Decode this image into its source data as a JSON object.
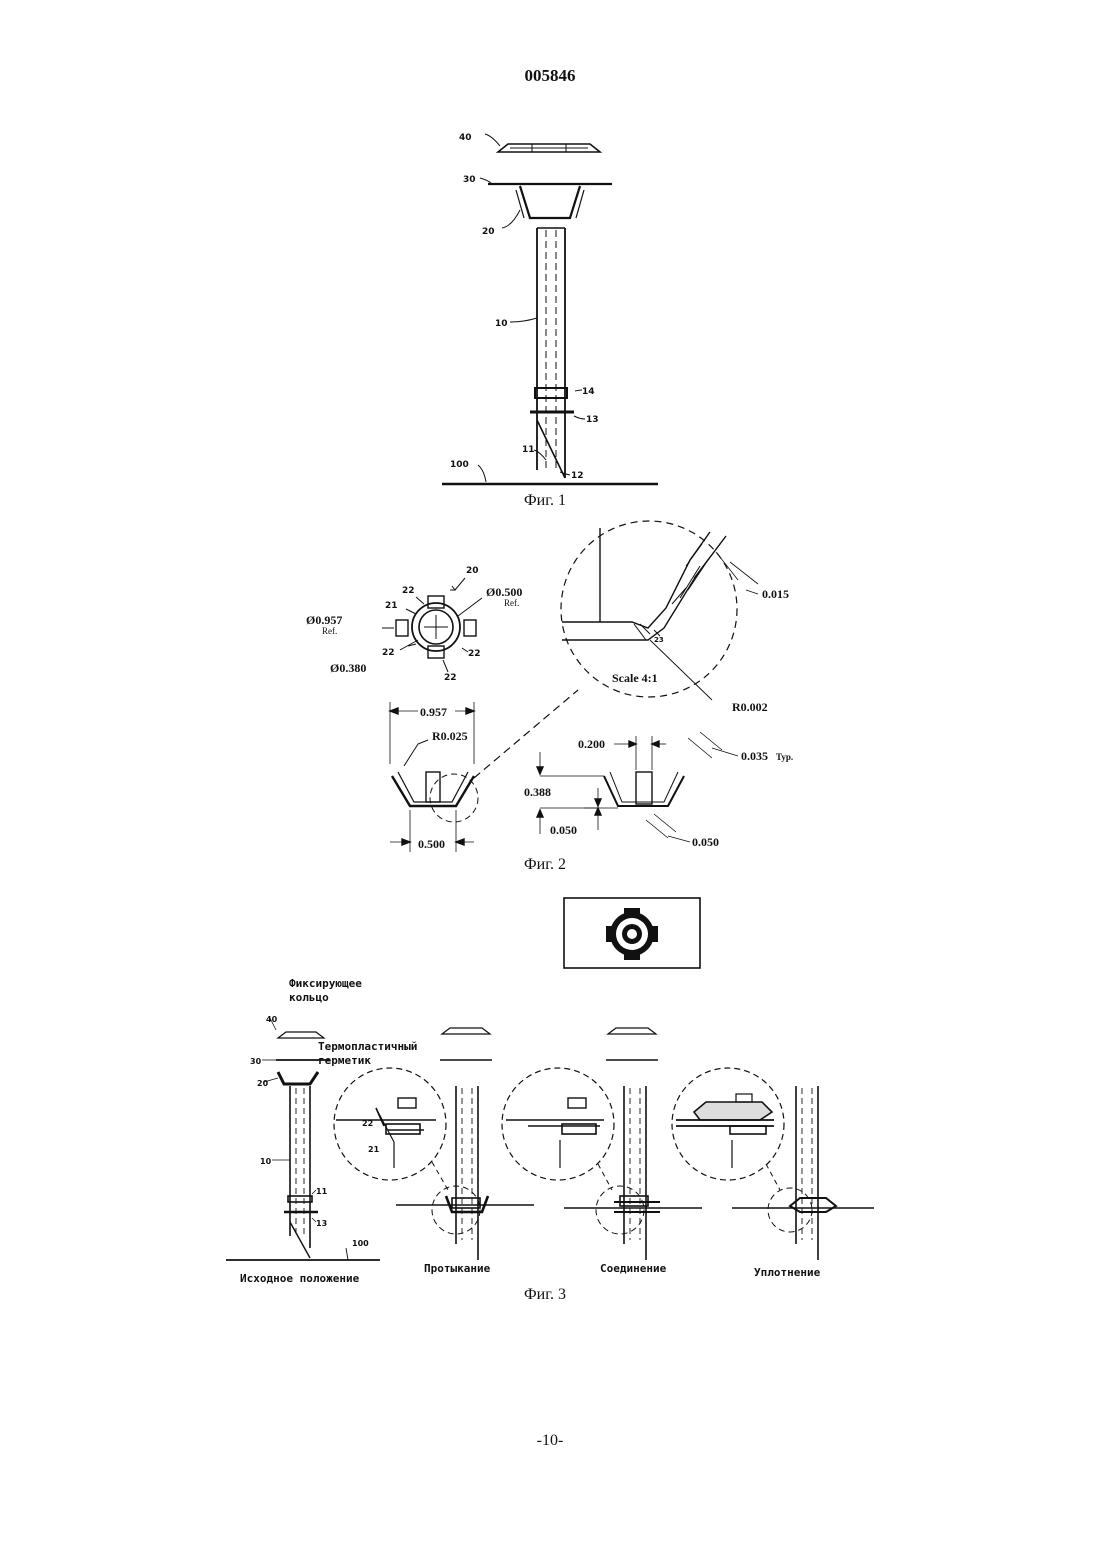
{
  "document_number": "005846",
  "page_number": "-10-",
  "fig1": {
    "caption": "Фиг. 1",
    "labels": {
      "l40": "40",
      "l30": "30",
      "l20": "20",
      "l10": "10",
      "l14": "14",
      "l13": "13",
      "l11": "11",
      "l12": "12",
      "l100": "100"
    }
  },
  "fig2": {
    "caption": "Фиг. 2",
    "top_view": {
      "l20": "20",
      "l22a": "22",
      "l21": "21",
      "l22b": "22",
      "l22c": "22",
      "l22d": "22",
      "d_outer": "Ø0.957",
      "d_outer_ref": "Ref.",
      "d_inner": "Ø0.500",
      "d_inner_ref": "Ref.",
      "d_hole": "Ø0.380"
    },
    "side_view": {
      "width": "0.957",
      "radius": "R0.025",
      "base": "0.500"
    },
    "detail": {
      "scale": "Scale 4:1",
      "thickness": "0.015",
      "radius": "R0.002",
      "l23": "23"
    },
    "section": {
      "d0200": "0.200",
      "d0035": "0.035",
      "typ": "Typ.",
      "d0388": "0.388",
      "d0050a": "0.050",
      "d0050b": "0.050"
    }
  },
  "fig3": {
    "caption": "Фиг. 3",
    "ring_label_line1": "Фиксирующее",
    "ring_label_line2": "кольцо",
    "sealant_line1": "Термопластичный",
    "sealant_line2": "герметик",
    "stages": [
      "Исходное положение",
      "Протыкание",
      "Соединение",
      "Уплотнение"
    ],
    "labels": {
      "l40": "40",
      "l30": "30",
      "l20": "20",
      "l10": "10",
      "l11": "11",
      "l13": "13",
      "l100": "100",
      "l22": "22",
      "l21": "21"
    }
  }
}
